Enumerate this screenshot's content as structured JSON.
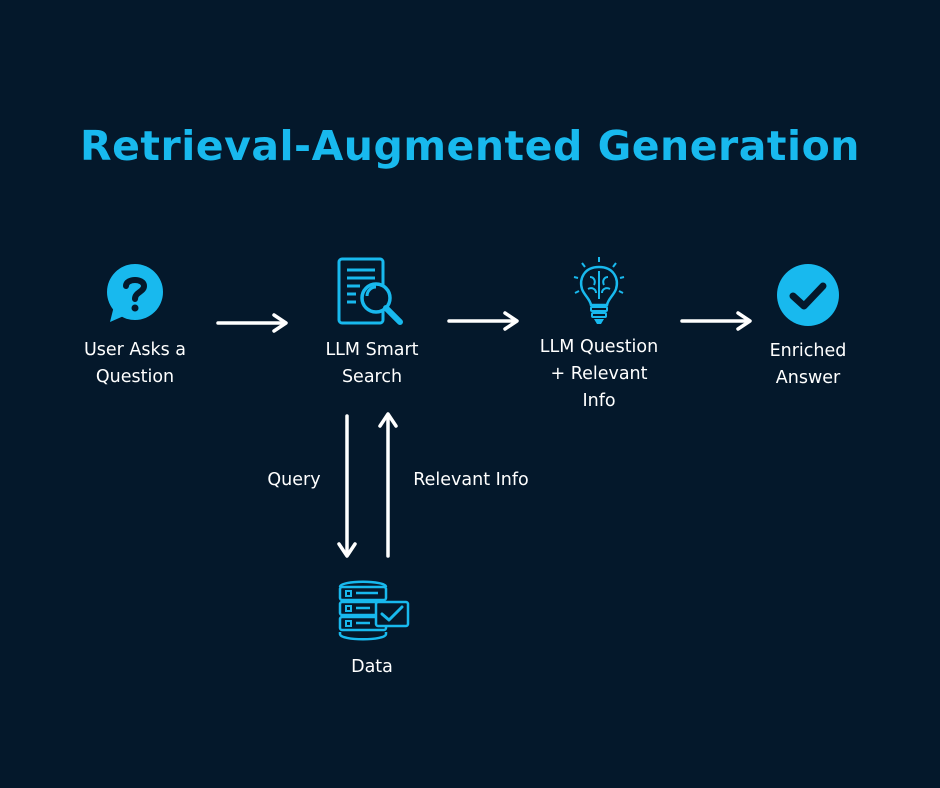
{
  "title": "Retrieval-Augmented Generation",
  "colors": {
    "background": "#04182B",
    "accent": "#18B9EE",
    "text": "#FFFFFF"
  },
  "nodes": {
    "user": {
      "icon": "question-bubble-icon",
      "line1": "User Asks a",
      "line2": "Question"
    },
    "search": {
      "icon": "document-search-icon",
      "line1": "LLM Smart",
      "line2": "Search"
    },
    "llm": {
      "icon": "brain-lightbulb-icon",
      "line1": "LLM Question",
      "line2": "+ Relevant",
      "line3": "Info"
    },
    "answer": {
      "icon": "checkmark-circle-icon",
      "line1": "Enriched",
      "line2": "Answer"
    },
    "data": {
      "icon": "database-check-icon",
      "line1": "Data"
    }
  },
  "edges": {
    "query_label": "Query",
    "relevant_label": "Relevant Info"
  }
}
